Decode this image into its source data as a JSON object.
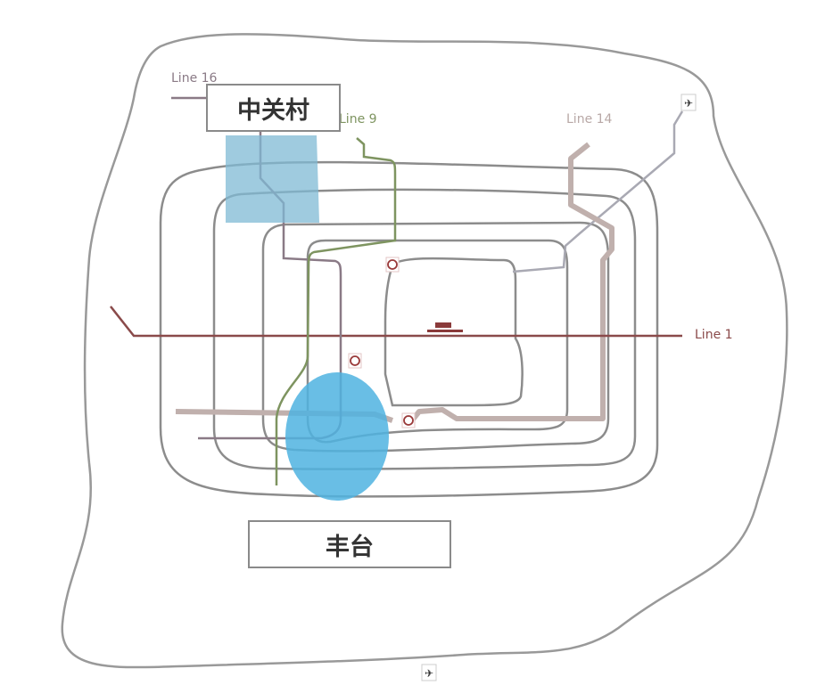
{
  "lines": {
    "line16": {
      "label": "Line 16",
      "color": "#8a7a86"
    },
    "line9": {
      "label": "Line 9",
      "color": "#7e9460"
    },
    "line14": {
      "label": "Line 14",
      "color": "#c0b0ad"
    },
    "line1": {
      "label": "Line 1",
      "color": "#8a4a4a"
    }
  },
  "regions": {
    "zhongguancun": {
      "label": "中关村",
      "color": "#7fb9d4"
    },
    "fengtai": {
      "label": "丰台",
      "color": "#4fb3e0"
    }
  },
  "icons": [
    "airport-icon",
    "airport-icon",
    "railway-station-icon",
    "railway-station-icon",
    "railway-station-icon",
    "tiananmen-icon"
  ],
  "ring_color": "#8c8c8c"
}
